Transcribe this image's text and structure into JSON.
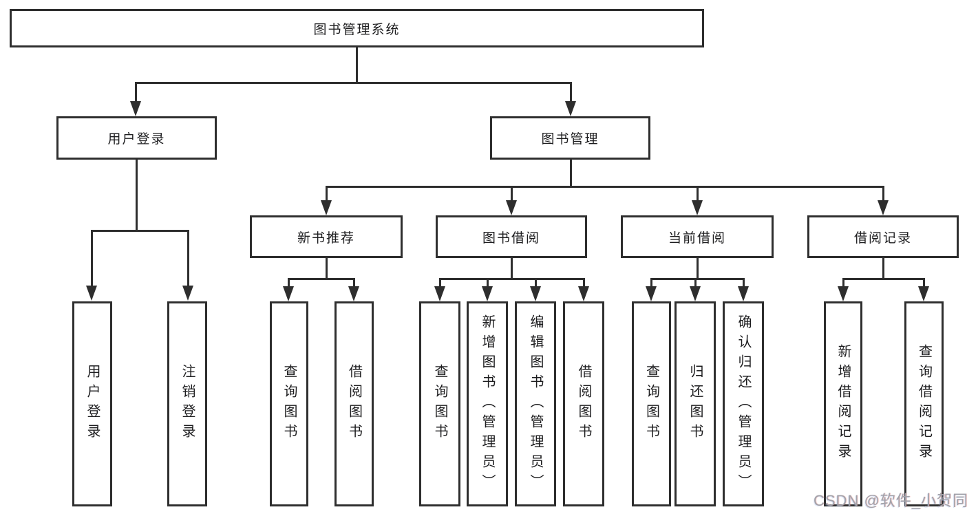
{
  "colors": {
    "line": "#2e2e2e",
    "text": "#1d1d1f",
    "watermark": "#a2a2a8"
  },
  "watermark": {
    "text": "CSDN @软件_小贺同学"
  },
  "tree": {
    "label": "图书管理系统",
    "children": [
      {
        "label": "用户登录",
        "children": [
          {
            "label": "用户登录"
          },
          {
            "label": "注销登录"
          }
        ]
      },
      {
        "label": "图书管理",
        "children": [
          {
            "label": "新书推荐",
            "children": [
              {
                "label": "查询图书"
              },
              {
                "label": "借阅图书"
              }
            ]
          },
          {
            "label": "图书借阅",
            "children": [
              {
                "label": "查询图书"
              },
              {
                "label": "新增图书（管理员）"
              },
              {
                "label": "编辑图书（管理员）"
              },
              {
                "label": "借阅图书"
              }
            ]
          },
          {
            "label": "当前借阅",
            "children": [
              {
                "label": "查询图书"
              },
              {
                "label": "归还图书"
              },
              {
                "label": "确认归还（管理员）"
              }
            ]
          },
          {
            "label": "借阅记录",
            "children": [
              {
                "label": "新增借阅记录"
              },
              {
                "label": "查询借阅记录"
              }
            ]
          }
        ]
      }
    ]
  }
}
